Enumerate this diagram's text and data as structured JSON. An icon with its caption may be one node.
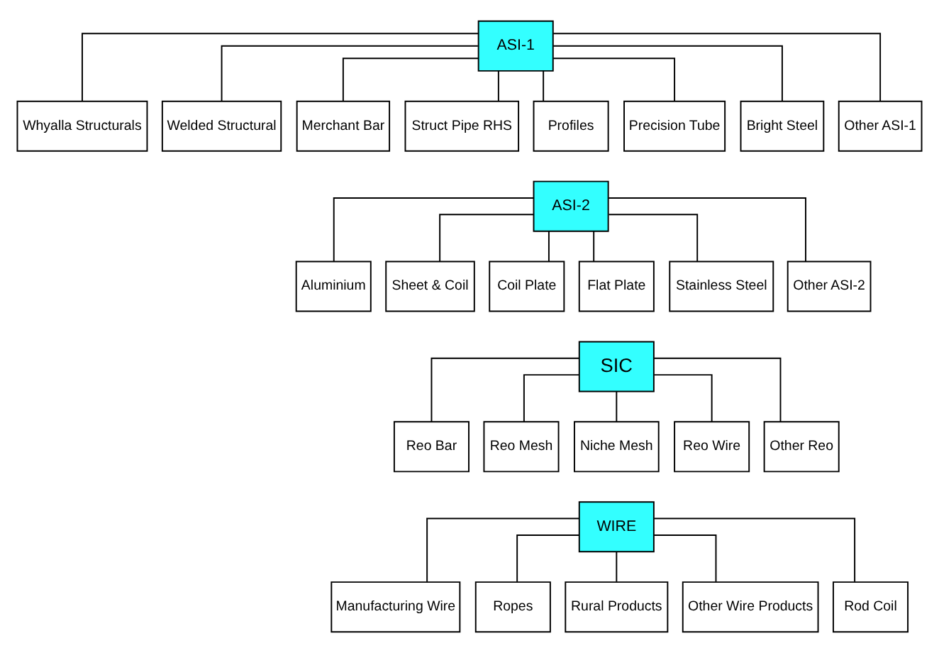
{
  "diagram": {
    "nodes": [
      {
        "text": [
          "ASI-1"
        ]
      },
      {
        "text": [
          "Whyalla Structurals"
        ]
      },
      {
        "text": [
          "Welded Structural"
        ]
      },
      {
        "text": [
          "Merchant Bar"
        ]
      },
      {
        "text": [
          "Struct Pipe RHS"
        ]
      },
      {
        "text": [
          "Profiles"
        ]
      },
      {
        "text": [
          "Precision Tube"
        ]
      },
      {
        "text": [
          "Bright Steel"
        ]
      },
      {
        "text": [
          "Other ASI-1"
        ]
      },
      {
        "text": [
          "ASI-2"
        ]
      },
      {
        "text": [
          "Aluminium"
        ]
      },
      {
        "text": [
          "Sheet & Coil"
        ]
      },
      {
        "text": [
          "Coil Plate"
        ]
      },
      {
        "text": [
          "Flat Plate"
        ]
      },
      {
        "text": [
          "Stainless Steel"
        ]
      },
      {
        "text": [
          "Other ASI-2"
        ]
      },
      {
        "text": [
          "SIC"
        ]
      },
      {
        "text": [
          "Reo Bar"
        ]
      },
      {
        "text": [
          "Reo Mesh"
        ]
      },
      {
        "text": [
          "Niche Mesh"
        ]
      },
      {
        "text": [
          "Reo Wire"
        ]
      },
      {
        "text": [
          "Other Reo"
        ]
      },
      {
        "text": [
          "WIRE"
        ]
      },
      {
        "text": [
          "Manufacturing Wire"
        ]
      },
      {
        "text": [
          "Ropes"
        ]
      },
      {
        "text": [
          "Rural Products"
        ]
      },
      {
        "text": [
          "Other Wire Products"
        ]
      },
      {
        "text": [
          "Rod Coil"
        ]
      }
    ],
    "edges": [
      {
        "from": 0,
        "to": 1,
        "arrow": "none"
      },
      {
        "from": 0,
        "to": 2,
        "arrow": "none"
      },
      {
        "from": 0,
        "to": 3,
        "arrow": "none"
      },
      {
        "from": 0,
        "to": 4,
        "arrow": "none"
      },
      {
        "from": 0,
        "to": 5,
        "arrow": "none"
      },
      {
        "from": 0,
        "to": 6,
        "arrow": "none"
      },
      {
        "from": 0,
        "to": 7,
        "arrow": "none"
      },
      {
        "from": 0,
        "to": 8,
        "arrow": "none"
      },
      {
        "from": 9,
        "to": 10,
        "arrow": "none"
      },
      {
        "from": 9,
        "to": 11,
        "arrow": "none"
      },
      {
        "from": 9,
        "to": 12,
        "arrow": "none"
      },
      {
        "from": 9,
        "to": 13,
        "arrow": "none"
      },
      {
        "from": 9,
        "to": 14,
        "arrow": "none"
      },
      {
        "from": 9,
        "to": 15,
        "arrow": "none"
      },
      {
        "from": 16,
        "to": 17,
        "arrow": "none"
      },
      {
        "from": 16,
        "to": 18,
        "arrow": "none"
      },
      {
        "from": 16,
        "to": 19,
        "arrow": "none"
      },
      {
        "from": 16,
        "to": 20,
        "arrow": "none"
      },
      {
        "from": 16,
        "to": 21,
        "arrow": "none"
      },
      {
        "from": 22,
        "to": 23,
        "arrow": "none"
      },
      {
        "from": 22,
        "to": 24,
        "arrow": "none"
      },
      {
        "from": 22,
        "to": 25,
        "arrow": "none"
      },
      {
        "from": 22,
        "to": 26,
        "arrow": "none"
      },
      {
        "from": 22,
        "to": 27,
        "arrow": "none"
      }
    ]
  }
}
